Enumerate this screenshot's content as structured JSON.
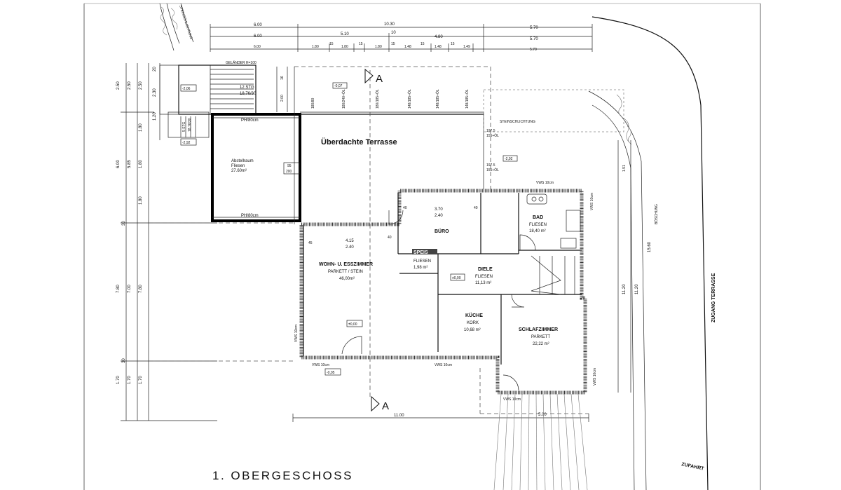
{
  "title": "1. OBERGESCHOSS",
  "rooms": {
    "terrace": "Überdachte Terrasse",
    "abstellraum": [
      "Abstellraum",
      "Fliesen",
      "27.60m²"
    ],
    "buero": [
      "BÜRO"
    ],
    "buero_dims": [
      "3.70",
      "2.40"
    ],
    "bad": [
      "BAD",
      "FLIESEN",
      "18,40 m²"
    ],
    "wohnen": [
      "WOHN- U. ESSZIMMER",
      "PARKETT / STEIN",
      "46,00m²"
    ],
    "wohnen_dims": [
      "4.15",
      "2.40"
    ],
    "speis": [
      "SPEIS",
      "FLIESEN",
      "1,98 m²"
    ],
    "diele": [
      "DIELE",
      "FLIESEN",
      "11,13 m²"
    ],
    "kueche": [
      "KÜCHE",
      "KORK",
      "10,68 m²"
    ],
    "schlafzimmer": [
      "SCHLAFZIMMER",
      "PARKETT",
      "22,22 m²"
    ]
  },
  "labels": {
    "section_mark": "A",
    "steinschlichtung": "STEINSCHLICHTUNG",
    "gelaender": "GELÄNDER H=100",
    "stairs": [
      "12 STG",
      "18,76/30"
    ],
    "stg5": "5 STG",
    "stg5_dim": "18,76/30",
    "boeschung": "BÖSCHUNG",
    "zugang": "ZUGANG TERRASSE",
    "zufahrt": "ZUFAHRT",
    "steinschlichtung_top": "STEINSCHLICHTUNG",
    "ph80_top": "PH/80cm",
    "ph80_bottom": "PH/80cm",
    "vws": "VWS 10cm"
  },
  "levels": [
    "-2,06",
    "-2,92",
    "-0,07",
    "-2,92",
    "±0,00",
    "±0,00",
    "-0,05"
  ],
  "dims_top": {
    "row1": [
      "6.00",
      "10.30",
      "5.70"
    ],
    "row2": [
      "6.00",
      "5.10",
      "10",
      "4.80",
      "5.70"
    ],
    "row3": [
      "6.00",
      "1.80",
      "15",
      "1.80",
      "15",
      "1.80",
      "15",
      "1.48",
      "15",
      "1.48",
      "15",
      "1.49",
      "5.70"
    ]
  },
  "dims_left": {
    "outer": [
      "2.50",
      "6.00",
      "7.80",
      "1.70"
    ],
    "middle": [
      "2.50",
      "5.85",
      "7.00",
      "1.70"
    ],
    "inner": [
      "2.50",
      "1.80",
      "1.80",
      "1.80",
      "7.80",
      "1.70"
    ],
    "small": [
      "20",
      "2.30",
      "1.20",
      "30",
      "30"
    ]
  },
  "dims_bottom": [
    "11.00",
    "5.00"
  ],
  "dims_right": [
    "11.20",
    "11.20",
    "15.60",
    "1.91"
  ],
  "openings": [
    "180/80",
    "180/240+ÖL",
    "180/185+ÖL",
    "148/185+ÖL",
    "148/185+ÖL",
    "148/185+ÖL"
  ],
  "misc": [
    "197.5",
    "155+ÖL",
    "197.5",
    "155+ÖL",
    "95",
    "200",
    "40",
    "40",
    "45",
    "40",
    "16",
    "2.00"
  ]
}
